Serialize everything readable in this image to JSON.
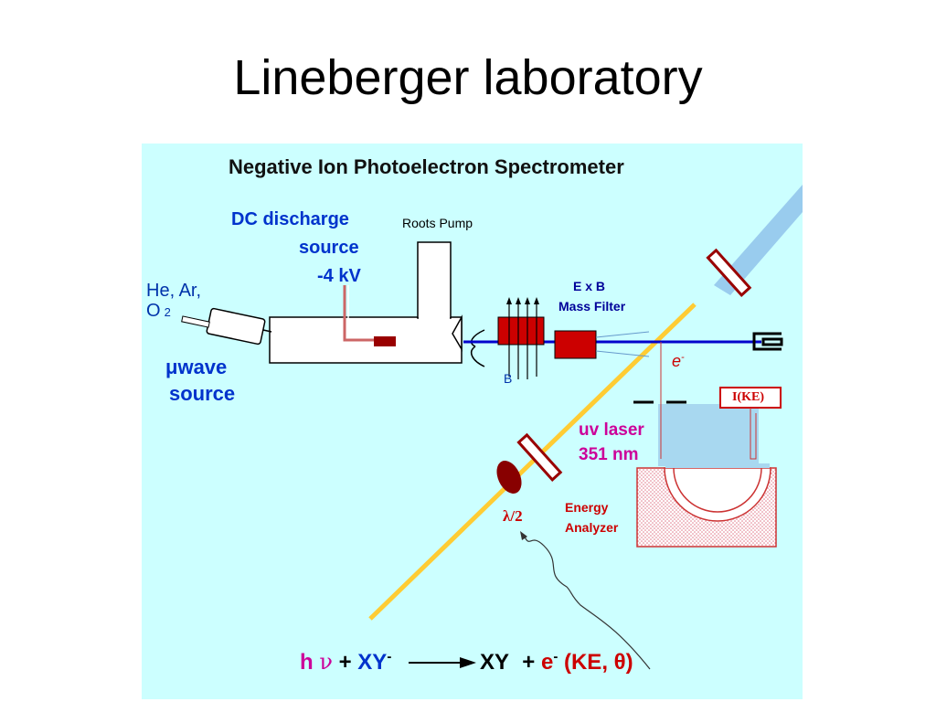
{
  "slide": {
    "title": "Lineberger laboratory"
  },
  "diagram": {
    "title": "Negative Ion Photoelectron Spectrometer",
    "dc_discharge": [
      "DC discharge",
      "source",
      "-4 kV"
    ],
    "roots_pump": "Roots Pump",
    "gas_inlet": {
      "line1": "He, Ar,",
      "line2": "O",
      "subscript": "2"
    },
    "microwave": [
      "μwave",
      "source"
    ],
    "mass_filter": {
      "line1": "E x B",
      "line2": "Mass Filter"
    },
    "b_label": "B",
    "electron_label": "e",
    "electron_sup": "-",
    "ike_label": "I(KE)",
    "laser": [
      "uv laser",
      "351 nm"
    ],
    "waveplate": "λ/2",
    "analyzer": [
      "Energy",
      "Analyzer"
    ],
    "reaction": {
      "h": "h",
      "nu": "ν",
      "plus1": "+",
      "xy_neg": "XY",
      "sup1": "-",
      "xy": "XY",
      "plus2": "+",
      "e": "e",
      "sup2": "-",
      "rest": "(KE, θ)"
    },
    "colors": {
      "background": "#ccffff",
      "ion_beam": "#0000cc",
      "laser": "#ffcc33",
      "component_red": "#cc0000",
      "label_blue": "#0033cc",
      "label_magenta": "#cc0099"
    }
  }
}
